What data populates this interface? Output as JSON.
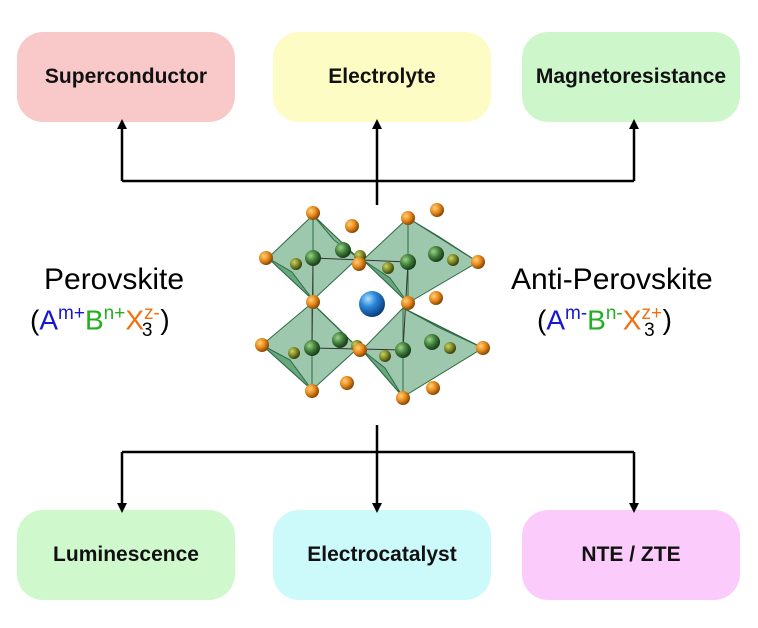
{
  "top_boxes": {
    "superconductor": "Superconductor",
    "electrolyte": "Electrolyte",
    "magnetoresistance": "Magnetoresistance"
  },
  "bottom_boxes": {
    "luminescence": "Luminescence",
    "electrocatalyst": "Electrocatalyst",
    "nte_zte": "NTE / ZTE"
  },
  "left": {
    "title": "Perovskite",
    "open": "(",
    "a": "A",
    "a_sup": "m+",
    "b": "B",
    "b_sup": "n+",
    "x": "X",
    "x_sup": "z-",
    "x_sub": "3",
    "close": ")"
  },
  "right": {
    "title": "Anti-Perovskite",
    "open": "(",
    "a": "A",
    "a_sup": "m-",
    "b": "B",
    "b_sup": "n-",
    "x": "X",
    "x_sup": "z+",
    "x_sub": "3",
    "close": ")"
  },
  "colors": {
    "A": "#1717d0",
    "B": "#22b022",
    "X": "#f07010",
    "octahedron": "#4f9a6a",
    "anion_atom": "#e8891a",
    "center_atom": "#2a86d8"
  }
}
